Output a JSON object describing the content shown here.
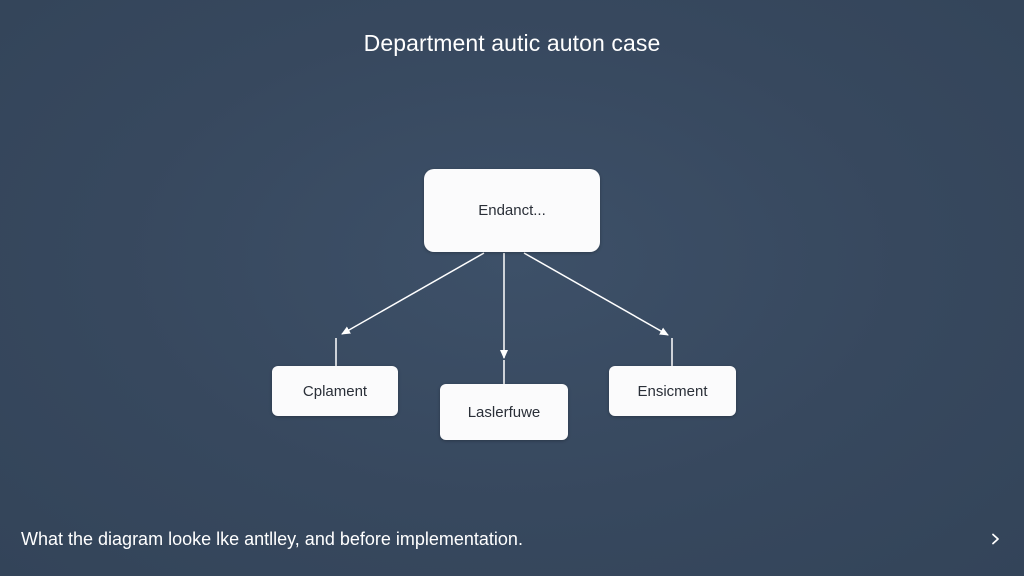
{
  "slide": {
    "title": "Department autic auton case",
    "caption": "What the diagram looke lke antlley, and before implementation."
  },
  "diagram": {
    "root": {
      "label": "Endanct..."
    },
    "children": [
      {
        "label": "Cplament"
      },
      {
        "label": "Laslerfuwe"
      },
      {
        "label": "Ensicment"
      }
    ]
  },
  "navigation": {
    "next_icon": "chevron-right-icon"
  },
  "colors": {
    "background": "#38495f",
    "node_fill": "#fbfbfc",
    "connector": "#ffffff"
  }
}
